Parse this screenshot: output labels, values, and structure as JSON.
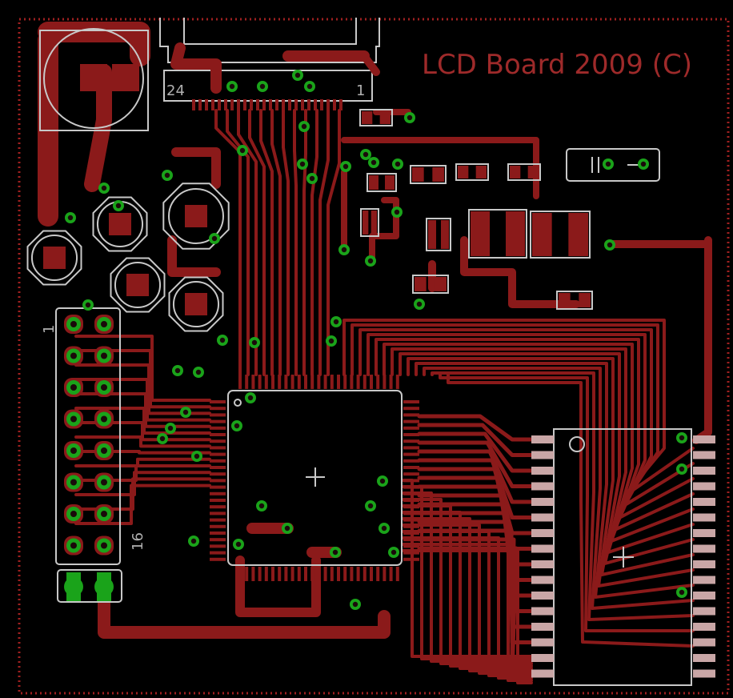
{
  "board": {
    "title": "LCD Board 2009 (C)",
    "connector_left_label": "24",
    "connector_right_label": "1",
    "header_top_label": "1",
    "header_bottom_label": "16"
  },
  "colors": {
    "background": "#000000",
    "copper": "#8b1a1a",
    "silkscreen": "#c8c8c8",
    "via": "#1aa31a",
    "pad": "#c9a6a6",
    "border": "#a02020"
  }
}
